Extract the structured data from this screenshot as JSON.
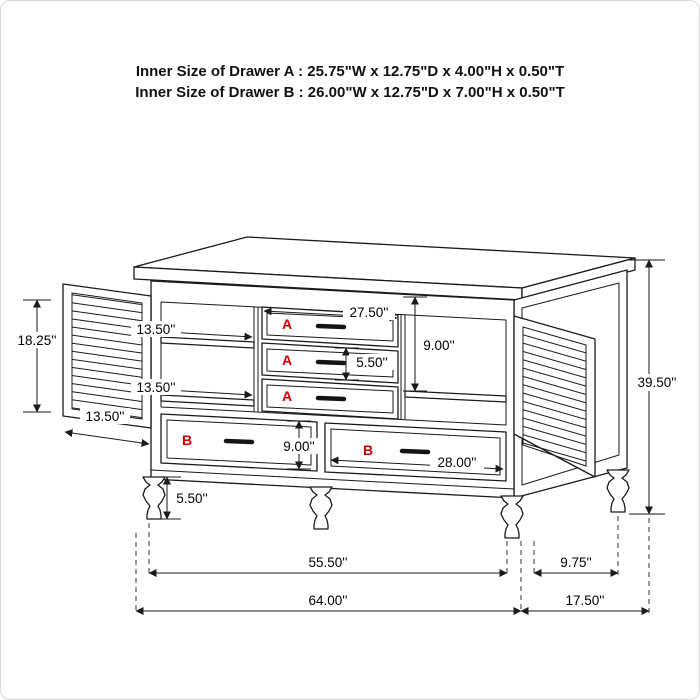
{
  "page": {
    "background": "#ffffff",
    "border_color": "#d8d8d8"
  },
  "header": {
    "line1": "Inner Size of Drawer A : 25.75\"W x 12.75\"D x 4.00\"H x 0.50\"T",
    "line2": "Inner Size of Drawer B : 26.00\"W x 12.75\"D x 7.00\"H x 0.50\"T"
  },
  "diagram": {
    "colors": {
      "line": "#1a1a1a",
      "drawer_label": "#cc0000"
    },
    "drawer_labels": {
      "a": "A",
      "b": "B"
    },
    "dimensions": {
      "door_height": "18.25''",
      "upper_shelf_width": "13.50''",
      "drawer_a_width": "27.50''",
      "right_opening_height": "9.00''",
      "drawer_a_front_height": "5.50''",
      "lower_shelf_width": "13.50''",
      "door_width": "13.50''",
      "drawer_b_front_height": "9.00''",
      "drawer_b_width": "28.00''",
      "overall_height": "39.50''",
      "foot_height": "5.50''",
      "front_feet_span": "55.50''",
      "side_feet_span": "9.75''",
      "overall_width": "64.00''",
      "overall_depth": "17.50''"
    }
  }
}
